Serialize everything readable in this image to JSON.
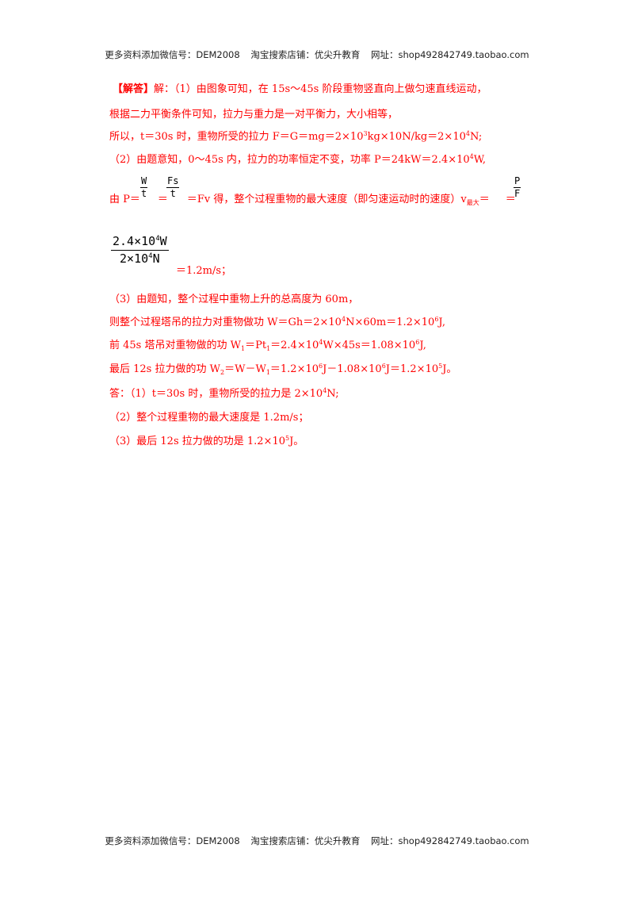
{
  "header": {
    "wechat": "更多资料添加微信号：DEM2008",
    "shop": "淘宝搜索店铺：优尖升教育",
    "url": "网址：shop492842749.taobao.com"
  },
  "footer": {
    "wechat": "更多资料添加微信号：DEM2008",
    "shop": "淘宝搜索店铺：优尖升教育",
    "url": "网址：shop492842749.taobao.com"
  },
  "solution": {
    "tag": "【解答】",
    "l1": "解：（1）由图象可知，在 15s～45s 阶段重物竖直向上做匀速直线运动，",
    "l2": "根据二力平衡条件可知，拉力与重力是一对平衡力，大小相等，",
    "l3a": "所以，t＝30s 时，重物所受的拉力 F＝G＝mg＝2×10",
    "l3a_sup": "3",
    "l3b": "kg×10N/kg＝2×10",
    "l3b_sup": "4",
    "l3c": "N;",
    "l4a": "（2）由题意知，0～45s 内，拉力的功率恒定不变，功率 P＝24kW＝2.4×10",
    "l4a_sup": "4",
    "l4b": "W,",
    "l5_prefix": "由 P＝",
    "l5_eq1": "＝",
    "l5_mid": "＝Fv 得，整个过程重物的最大速度（即匀速运动时的速度）v",
    "l5_sub": "最大",
    "l5_eq2": "＝",
    "l5_end": "＝",
    "f1_num": "W",
    "f1_den": "t",
    "f2_num": "Fs",
    "f2_den": "t",
    "f3_num": "P",
    "f3_den": "F",
    "big_num_a": "2.4×10",
    "big_num_sup": "4",
    "big_num_b": "W",
    "big_den_a": "2×10",
    "big_den_sup": "4",
    "big_den_b": "N",
    "big_result": "＝1.2m/s；",
    "l7": "（3）由题知，整个过程中重物上升的总高度为 60m，",
    "l8a": "则整个过程塔吊的拉力对重物做功 W＝Gh＝2×10",
    "l8a_sup": "4",
    "l8b": "N×60m＝1.2×10",
    "l8b_sup": "6",
    "l8c": "J,",
    "l9a": "前 45s 塔吊对重物做的功 W",
    "l9a_sub": "1",
    "l9b": "＝Pt",
    "l9b_sub": "1",
    "l9c": "＝2.4×10",
    "l9c_sup": "4",
    "l9d": "W×45s＝1.08×10",
    "l9d_sup": "6",
    "l9e": "J,",
    "l10a": "最后 12s 拉力做的功 W",
    "l10a_sub": "2",
    "l10b": "＝W－W",
    "l10b_sub": "1",
    "l10c": "＝1.2×10",
    "l10c_sup": "6",
    "l10d": "J－1.08×10",
    "l10d_sup": "6",
    "l10e": "J＝1.2×10",
    "l10e_sup": "5",
    "l10f": "J。",
    "a1a": "答：（1）t＝30s 时，重物所受的拉力是 2×10",
    "a1a_sup": "4",
    "a1b": "N;",
    "a2": "（2）整个过程重物的最大速度是 1.2m/s；",
    "a3a": "（3）最后 12s 拉力做的功是 1.2×10",
    "a3a_sup": "5",
    "a3b": "J。"
  }
}
